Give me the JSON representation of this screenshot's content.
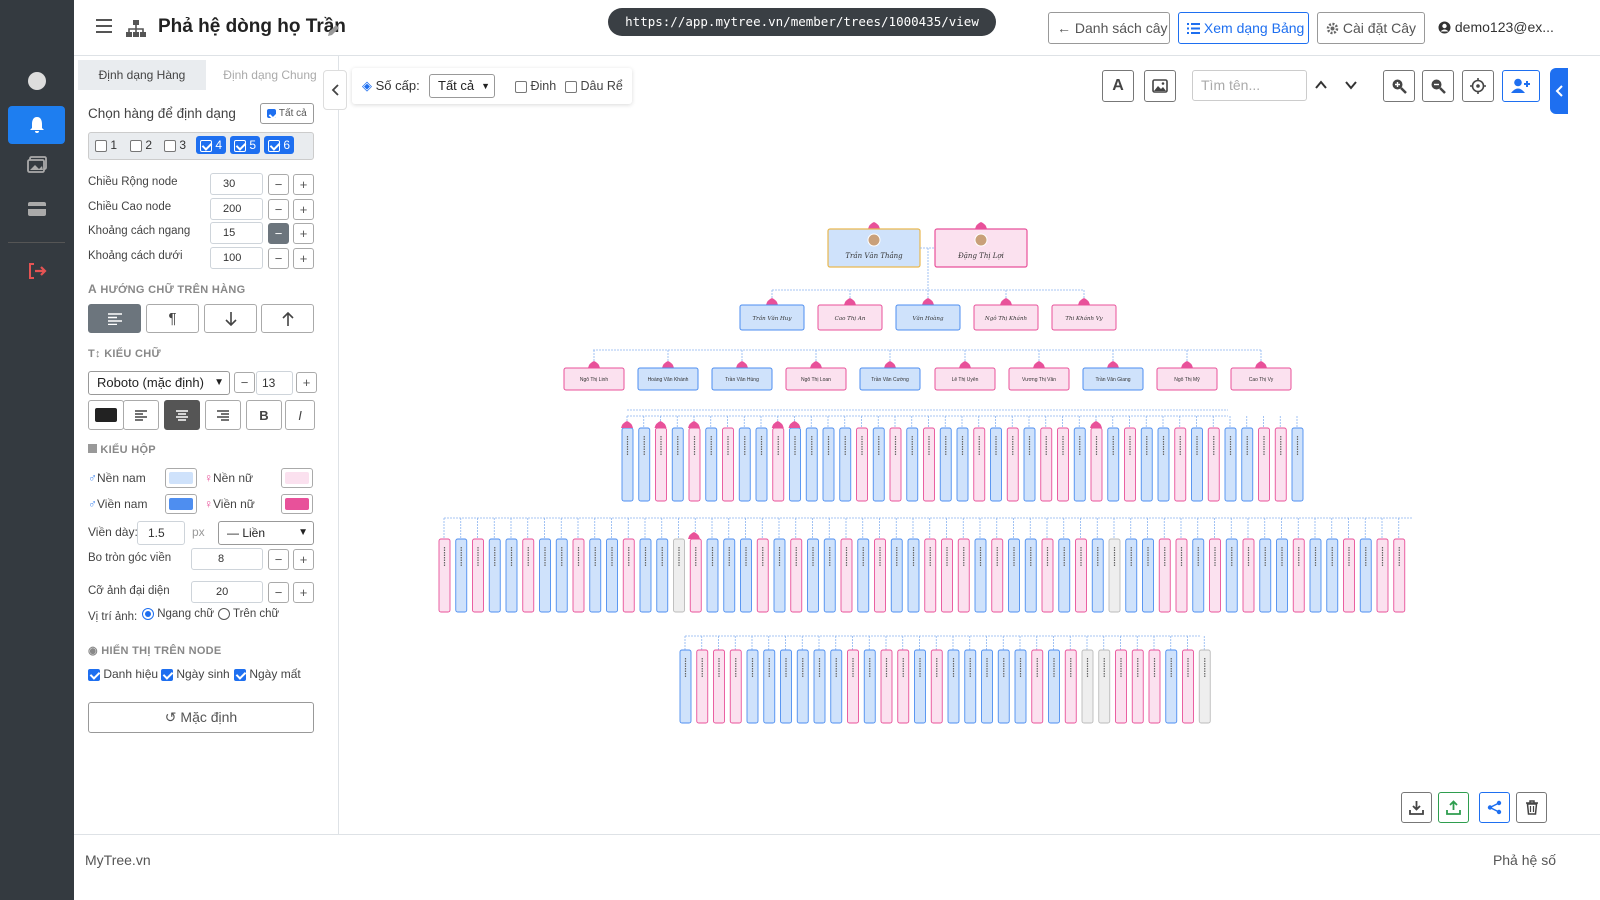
{
  "url": "https://app.mytree.vn/member/trees/1000435/view",
  "title": "Phả hệ dòng họ Trần",
  "buttons": {
    "list": "Danh sách cây",
    "table": "Xem dạng Bảng",
    "settings": "Cài đặt Cây"
  },
  "user": "demo123@ex...",
  "tabs": [
    "Định dạng Hàng",
    "Định dạng Chung"
  ],
  "rows": {
    "label": "Chọn hàng để định dạng",
    "all": "Tất cả",
    "levels": [
      "1",
      "2",
      "3",
      "4",
      "5",
      "6"
    ],
    "checked": [
      false,
      false,
      false,
      true,
      true,
      true
    ]
  },
  "fields": [
    {
      "label": "Chiều Rộng node",
      "value": "30"
    },
    {
      "label": "Chiều Cao node",
      "value": "200"
    },
    {
      "label": "Khoảng cách ngang",
      "value": "15"
    },
    {
      "label": "Khoảng cách dưới",
      "value": "100"
    }
  ],
  "sec_direction": "HƯỚNG CHỮ TRÊN HÀNG",
  "sec_font": "KIỂU CHỮ",
  "font": {
    "family": "Roboto (mặc định)",
    "size": "13",
    "bold": "B",
    "italic": "I"
  },
  "sec_box": "KIỂU HỘP",
  "box": {
    "male_bg": "Nền nam",
    "female_bg": "Nền nữ",
    "male_border": "Viền nam",
    "female_border": "Viền nữ",
    "border_width_label": "Viền dày:",
    "border_width": "1.5",
    "unit": "px",
    "border_style": "— Liền",
    "radius_label": "Bo tròn góc viền",
    "radius": "8",
    "avatar_label": "Cỡ ảnh đại diện",
    "avatar": "20",
    "photo_pos_label": "Vị trí ảnh:",
    "photo_h": "Ngang chữ",
    "photo_v": "Trên chữ"
  },
  "colors": {
    "male_bg": "#cfe2fb",
    "female_bg": "#fbe1ef",
    "male_border": "#4e8ef0",
    "female_border": "#e8519a",
    "primary": "#1e6ff0",
    "sidebar": "#343a40"
  },
  "sec_show": "HIỂN THỊ TRÊN NODE",
  "show": {
    "title": "Danh hiệu",
    "birth": "Ngày sinh",
    "death": "Ngày mất"
  },
  "reset": "Mặc định",
  "controls": {
    "gen_label": "Số cấp:",
    "gen_value": "Tất cả",
    "pin": "Đinh",
    "inlaw": "Dâu Rể"
  },
  "search_placeholder": "Tìm tên...",
  "footer": {
    "left": "MyTree.vn",
    "right": "Phả hệ số"
  },
  "tree": {
    "root": [
      "Trần Văn Thắng",
      "Đặng Thị Lợi"
    ],
    "gen2": [
      {
        "n": "Trần Văn Huy",
        "g": "m"
      },
      {
        "n": "Cao Thị An",
        "g": "f"
      },
      {
        "n": "Văn Hoàng",
        "g": "m"
      },
      {
        "n": "Ngô Thị Khánh",
        "g": "f"
      },
      {
        "n": "Thi Khánh Vy",
        "g": "f"
      }
    ],
    "gen3": [
      {
        "n": "Ngô Thị Linh",
        "g": "f"
      },
      {
        "n": "Hoàng Văn Khánh",
        "g": "m"
      },
      {
        "n": "Trần Văn Hùng",
        "g": "m"
      },
      {
        "n": "Ngô Thị Loan",
        "g": "f"
      },
      {
        "n": "Trần Văn Cường",
        "g": "m"
      },
      {
        "n": "Lê Thị Uyên",
        "g": "f"
      },
      {
        "n": "Vương Thị Vân",
        "g": "f"
      },
      {
        "n": "Trần Văn Giang",
        "g": "m"
      },
      {
        "n": "Ngô Thị Mỹ",
        "g": "f"
      },
      {
        "n": "Cao Thị Vy",
        "g": "f"
      }
    ],
    "gen4": "mmfmfmfmmfmmmmfmfmfmmfmfmffmfmfmmfmfmmffm",
    "gen5": "fmfmmfmmfmmfmmgfmmmfmfmmfmfmmfffmfmmfmfmgmmffmfmfmmfmmfmff",
    "gen6": "mfffmmmmmmfmffmfmmmmmfmfggfffmfg"
  }
}
